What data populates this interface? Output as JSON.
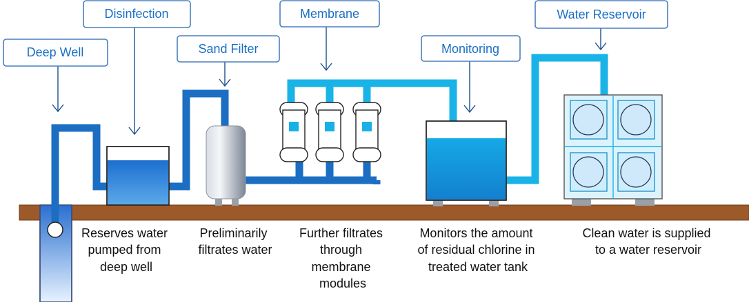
{
  "labels": {
    "deep_well": "Deep Well",
    "disinfection": "Disinfection",
    "sand_filter": "Sand Filter",
    "membrane": "Membrane",
    "monitoring": "Monitoring",
    "water_reservoir": "Water Reservoir"
  },
  "descriptions": {
    "disinfection": [
      "Reserves water",
      "pumped  from",
      "deep well"
    ],
    "sand_filter": [
      "Preliminarily",
      "filtrates water"
    ],
    "membrane": [
      "Further filtrates",
      "through",
      "membrane",
      "modules"
    ],
    "monitoring": [
      "Monitors the amount",
      "of residual chlorine in",
      "treated water tank"
    ],
    "reservoir": [
      "Clean water is supplied",
      "to a water reservoir"
    ]
  },
  "colors": {
    "pipe_dark": "#1b6ec2",
    "pipe_light": "#1ab3e8",
    "ground": "#9c5a2a",
    "callout_border": "#4a7ec0",
    "callout_text": "#1a6fc4"
  }
}
